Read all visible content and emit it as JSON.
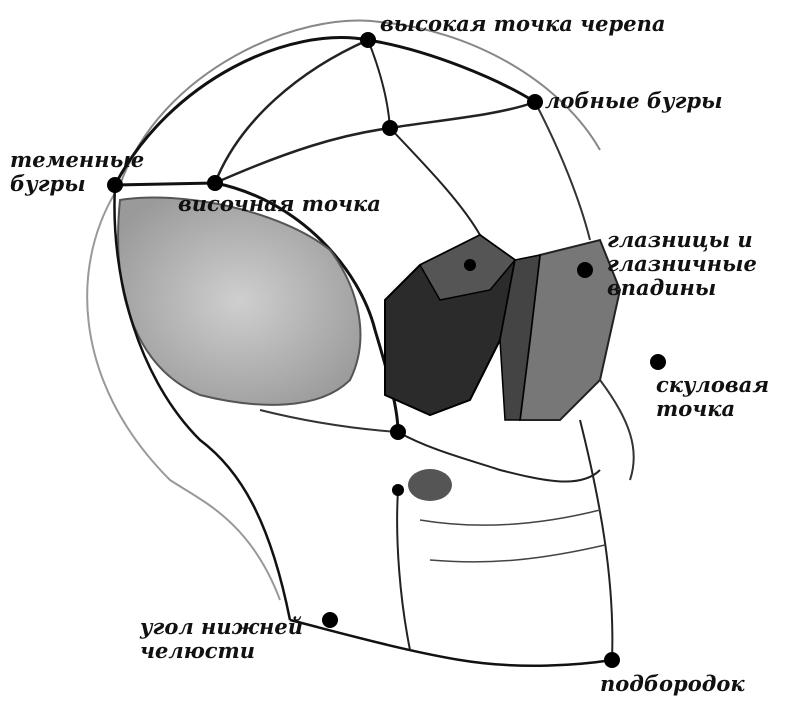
{
  "landmarks": {
    "vertex": "высокая точка черепа",
    "frontal_tubers": "лобные бугры",
    "parietal_tubers_line1": "теменные",
    "parietal_tubers_line2": "бугры",
    "temporal_point": "височная точка",
    "orbits_line1": "глазницы и",
    "orbits_line2": "глазничные",
    "orbits_line3": "впадины",
    "zygomatic_line1": "скуловая",
    "zygomatic_line2": "точка",
    "jaw_angle_line1": "угол нижней",
    "jaw_angle_line2": "челюсти",
    "chin": "подбородок"
  },
  "colors": {
    "ink": "#111111",
    "shade": "#8a8a8a",
    "dark_shade": "#2b2b2b"
  }
}
